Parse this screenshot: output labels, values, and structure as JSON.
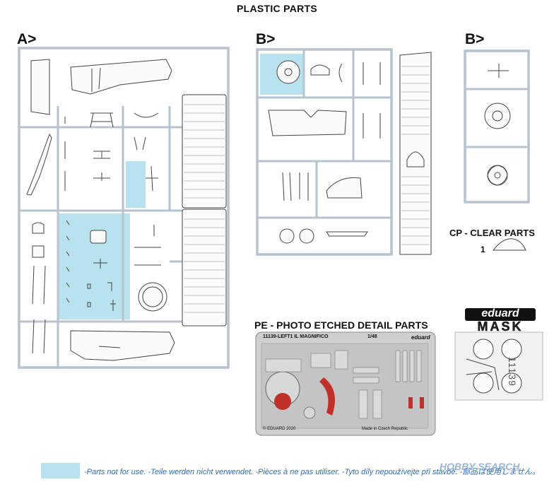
{
  "header": {
    "title": "PLASTIC PARTS"
  },
  "sprues": {
    "a_label": "A>",
    "b1_label": "B>",
    "b2_label": "B>"
  },
  "clear_parts": {
    "title": "CP - CLEAR PARTS",
    "part_number": "1"
  },
  "photo_etched": {
    "title": "PE - PHOTO ETCHED DETAIL PARTS",
    "fret_code": "11139-LEFT1  IL MAGNIFICO",
    "scale": "1/48",
    "brand": "eduard",
    "copyright": "© EDUARD 2020",
    "made_in": "Made in Czech Republic"
  },
  "mask": {
    "brand": "eduard",
    "label": "MASK",
    "number": "11139"
  },
  "legend": {
    "text": "-Parts not for use. -Teile werden nicht verwendet. -Pièces à ne pas utiliser. -Tyto díly nepoužívejte při stavbě. -部品は使用しません。"
  },
  "watermark": {
    "text": "HOBBY SEARCH"
  },
  "colors": {
    "unused_highlight": "#b8e2ee",
    "sprue_frame": "#b9c2cf",
    "pe_fret": "#c9c9c9",
    "pe_red": "#c0302a",
    "legend_text": "#2e6db8"
  }
}
